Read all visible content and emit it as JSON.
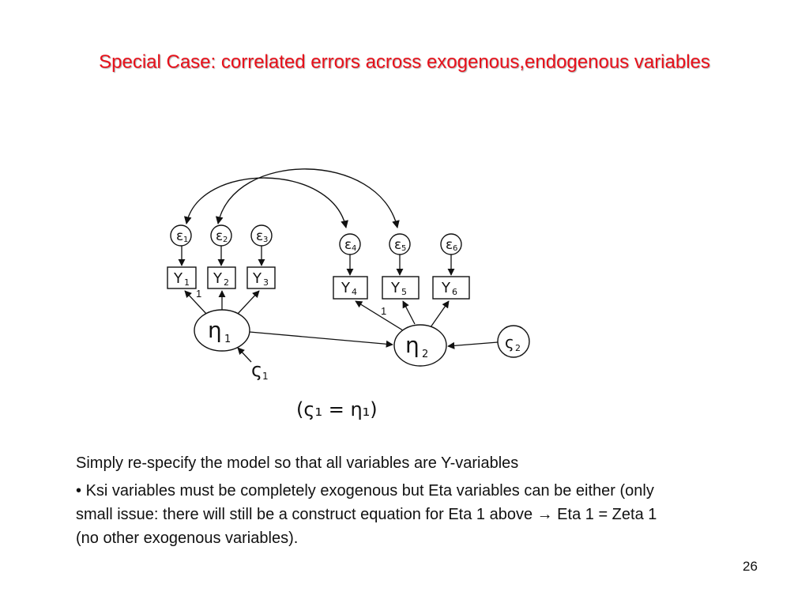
{
  "slide": {
    "title": "Special Case: correlated errors across exogenous,endogenous variables",
    "intro": "Simply re-specify the model so that all variables are Y-variables",
    "bullet_marker": "•",
    "bullet_before_arrow": "Ksi variables must be completely exogenous but Eta variables can be either (only small issue: there will still be a construct equation for Eta 1 above ",
    "arrow_symbol": "→",
    "bullet_after_arrow": " Eta 1 = Zeta 1 (no other exogenous variables).",
    "page_number": "26"
  },
  "diagram": {
    "errors": {
      "e1": {
        "sym": "ε",
        "sub": "1"
      },
      "e2": {
        "sym": "ε",
        "sub": "2"
      },
      "e3": {
        "sym": "ε",
        "sub": "3"
      },
      "e4": {
        "sym": "ε",
        "sub": "4"
      },
      "e5": {
        "sym": "ε",
        "sub": "5"
      },
      "e6": {
        "sym": "ε",
        "sub": "6"
      }
    },
    "indicators": {
      "y1": {
        "sym": "Y",
        "sub": "1"
      },
      "y2": {
        "sym": "Y",
        "sub": "2"
      },
      "y3": {
        "sym": "Y",
        "sub": "3"
      },
      "y4": {
        "sym": "Y",
        "sub": "4"
      },
      "y5": {
        "sym": "Y",
        "sub": "5"
      },
      "y6": {
        "sym": "Y",
        "sub": "6"
      }
    },
    "latents": {
      "eta1": {
        "sym": "η",
        "sub": "1"
      },
      "eta2": {
        "sym": "η",
        "sub": "2"
      }
    },
    "disturbances": {
      "zeta1": {
        "sym": "ς",
        "sub": "1"
      },
      "zeta2": {
        "sym": "ς",
        "sub": "2"
      }
    },
    "loading_labels": {
      "y1_eta1": "1",
      "y4_eta2": "1"
    },
    "equation": "(ς₁ = η₁)"
  }
}
